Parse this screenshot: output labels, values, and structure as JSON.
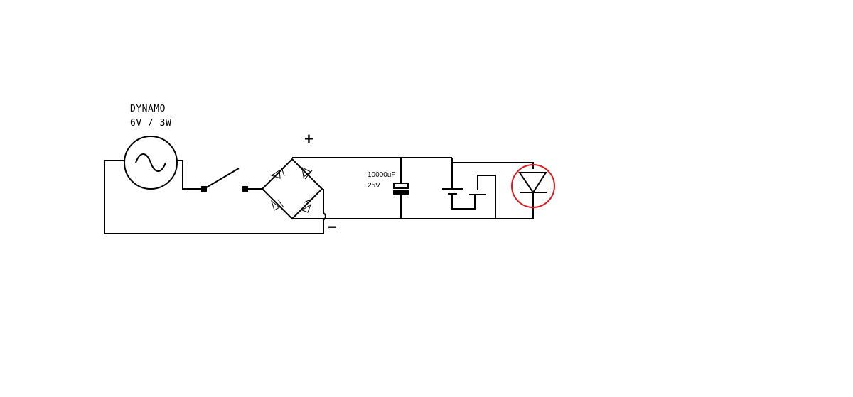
{
  "generator": {
    "name_label": "DYNAMO",
    "rating_label": "6V / 3W"
  },
  "capacitor": {
    "value_label": "10000uF",
    "voltage_label": "25V"
  },
  "bridge_output": {
    "positive_label": "+",
    "negative_label": "−"
  },
  "highlight": {
    "color": "#e0161c",
    "target": "led"
  },
  "icons": [
    "ac-source-icon",
    "switch-icon",
    "diode-icon",
    "capacitor-icon",
    "battery-icon",
    "led-icon"
  ]
}
